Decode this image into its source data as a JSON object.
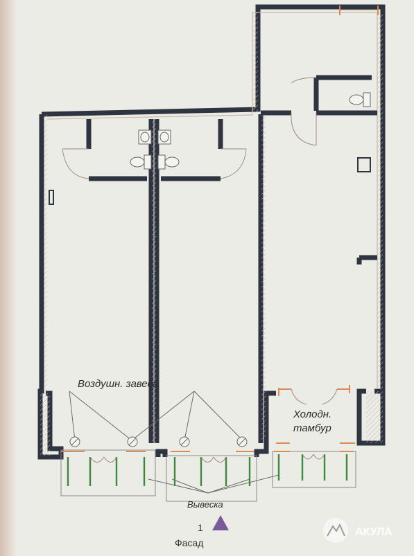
{
  "labels": {
    "air_curtain": "Воздушн. завеса",
    "cold_vestibule_line1": "Холодн.",
    "cold_vestibule_line2": "тамбур",
    "signboard": "Вывеска",
    "facade_number": "1",
    "facade": "Фасад"
  },
  "watermark": {
    "text": "АКУЛА",
    "icon": "mountain-logo-icon"
  },
  "colors": {
    "wall": "#2f3540",
    "hatch": "#c9b7a6",
    "window_frame": "#d98b55",
    "glazing": "#3d8a3d",
    "facade_marker": "#7a5a98"
  }
}
